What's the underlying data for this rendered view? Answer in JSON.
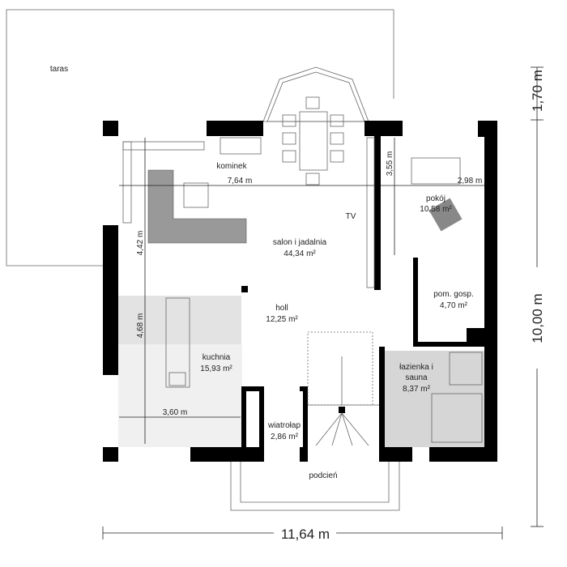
{
  "rooms": {
    "terrace": "taras",
    "fireplace": "kominek",
    "tv": "TV",
    "living_name": "salon i jadalnia",
    "living_area": "44,34 m²",
    "room_name": "pokój",
    "room_area": "10,58 m²",
    "utility_name": "pom. gosp.",
    "utility_area": "4,70 m²",
    "hall_name": "holl",
    "hall_area": "12,25 m²",
    "kitchen_name": "kuchnia",
    "kitchen_area": "15,93 m²",
    "bath_name_1": "łazienka i",
    "bath_name_2": "sauna",
    "bath_area": "8,37 m²",
    "vestibule_name": "wiatrołap",
    "vestibule_area": "2,86 m²",
    "porch": "podcień"
  },
  "dimensions": {
    "living_width": "7,64 m",
    "living_depth": "4,42 m",
    "kitchen_depth": "4,68 m",
    "kitchen_width": "3,60 m",
    "room_depth": "3,55 m",
    "room_width": "2,98 m",
    "total_width": "11,64 m",
    "total_depth": "10,00 m",
    "terrace_depth": "1,70 m"
  },
  "colors": {
    "wall": "#000000",
    "kitchen_fill": "#e3e3e3",
    "bath_fill": "#d6d6d6",
    "sofa": "#999999"
  }
}
